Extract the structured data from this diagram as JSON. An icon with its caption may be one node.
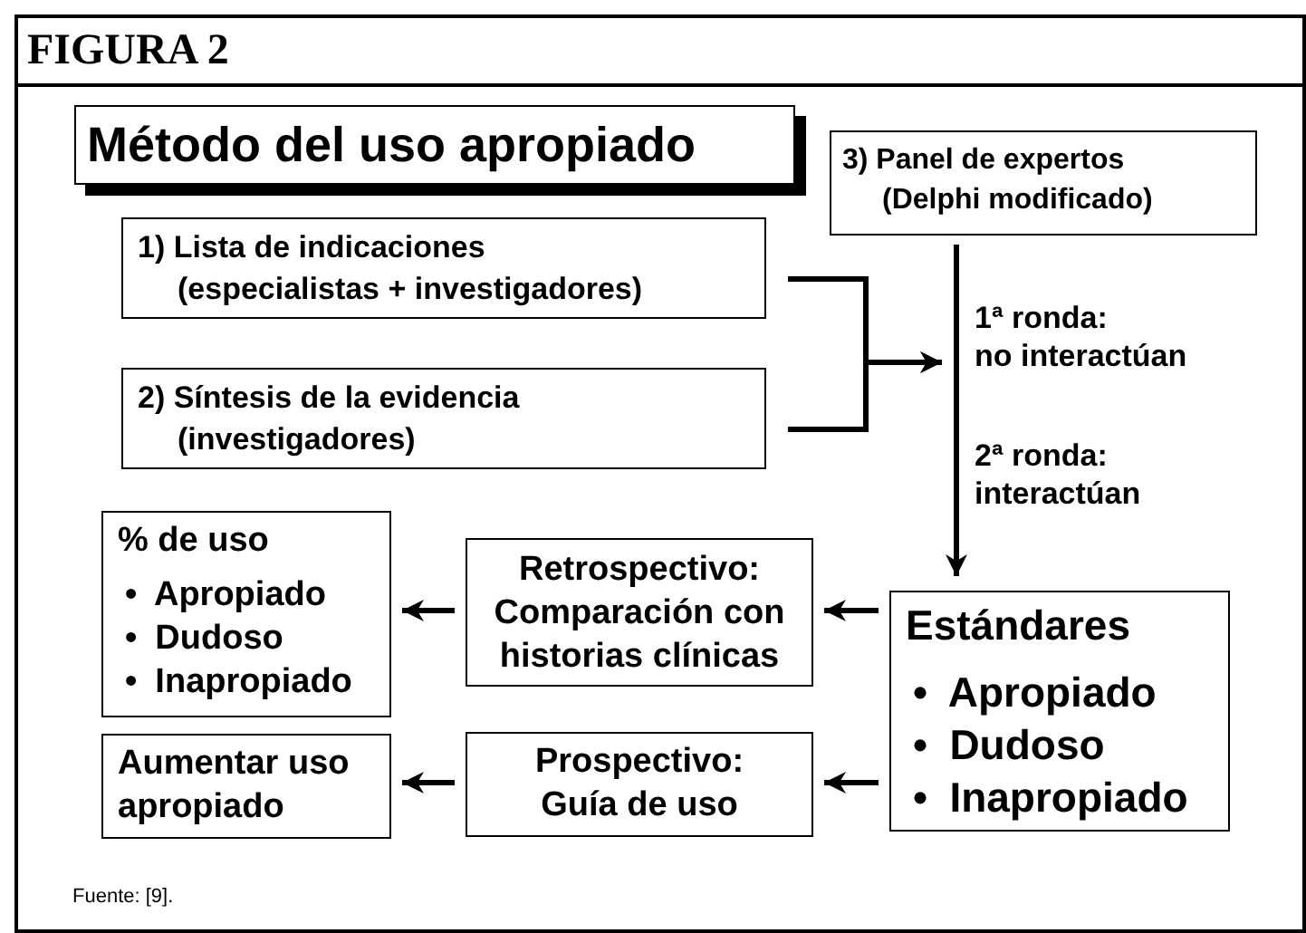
{
  "diagram": {
    "title": "FIGURA 2",
    "caption": "Fuente: [9].",
    "nodes": [
      {
        "text": [
          "Método del uso apropiado"
        ]
      },
      {
        "text": [
          "3) Panel de expertos",
          "(Delphi modificado)"
        ]
      },
      {
        "text": [
          "1) Lista de indicaciones",
          "(especialistas + investigadores)"
        ]
      },
      {
        "text": [
          "2) Síntesis de la evidencia",
          "(investigadores)"
        ]
      },
      {
        "text": [
          "% de uso",
          "• Apropiado",
          "• Dudoso",
          "• Inapropiado"
        ]
      },
      {
        "text": [
          "Retrospectivo: Comparación con historias clínicas"
        ]
      },
      {
        "text": [
          "Estándares",
          "• Apropiado",
          "• Dudoso",
          "• Inapropiado"
        ]
      },
      {
        "text": [
          "Aumentar uso apropiado"
        ]
      },
      {
        "text": [
          "Prospectivo: Guía de uso"
        ]
      }
    ],
    "edges": [
      {
        "from": 2,
        "to": 1,
        "arrow": "to"
      },
      {
        "from": 3,
        "to": 1,
        "arrow": "to"
      },
      {
        "from": 1,
        "to": 6,
        "arrow": "to"
      },
      {
        "from": 6,
        "to": 5,
        "arrow": "to"
      },
      {
        "from": 5,
        "to": 4,
        "arrow": "to"
      },
      {
        "from": 6,
        "to": 8,
        "arrow": "to"
      },
      {
        "from": 8,
        "to": 7,
        "arrow": "to"
      }
    ],
    "labels": [
      "1ª ronda:",
      "no interactúan",
      "2ª ronda:",
      "interactúan"
    ]
  }
}
